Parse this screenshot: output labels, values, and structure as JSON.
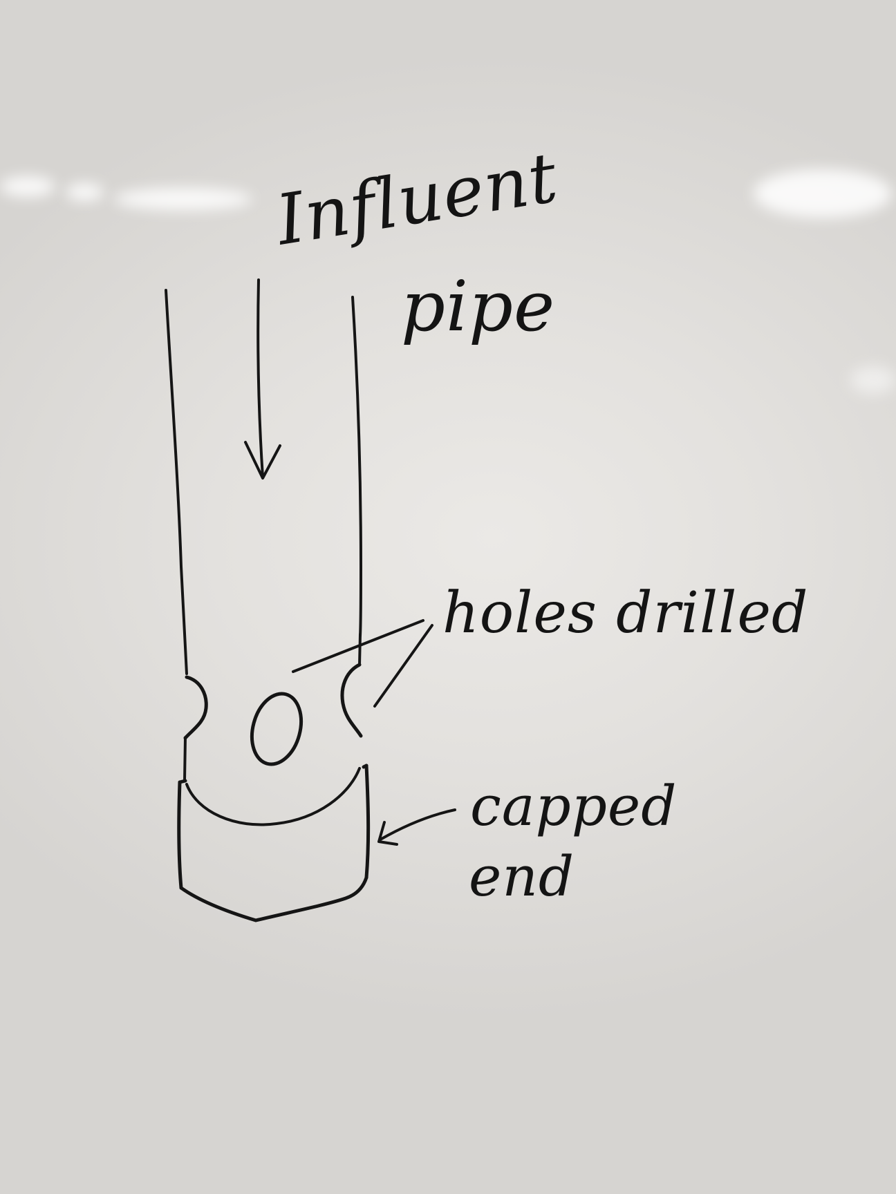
{
  "board": {
    "background_color": "#e6e4e1",
    "ink_color": "#151515"
  },
  "labels": {
    "influent_line1": "Influent",
    "influent_line2": "pipe",
    "holes": "holes drilled",
    "capped_line1": "capped",
    "capped_line2": "end"
  }
}
